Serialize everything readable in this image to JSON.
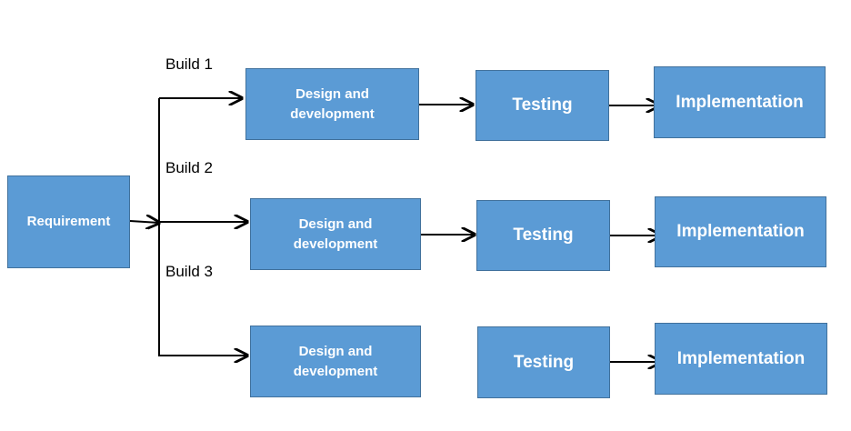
{
  "requirement": "Requirement",
  "builds": [
    {
      "label": "Build 1",
      "design": "Design and\ndevelopment",
      "testing": "Testing",
      "implementation": "Implementation"
    },
    {
      "label": "Build 2",
      "design": "Design and\ndevelopment",
      "testing": "Testing",
      "implementation": "Implementation"
    },
    {
      "label": "Build 3",
      "design": "Design and\ndevelopment",
      "testing": "Testing",
      "implementation": "Implementation"
    }
  ],
  "colors": {
    "box_fill": "#5b9bd5",
    "box_border": "#41719c",
    "text": "#ffffff",
    "connector": "#000000"
  }
}
